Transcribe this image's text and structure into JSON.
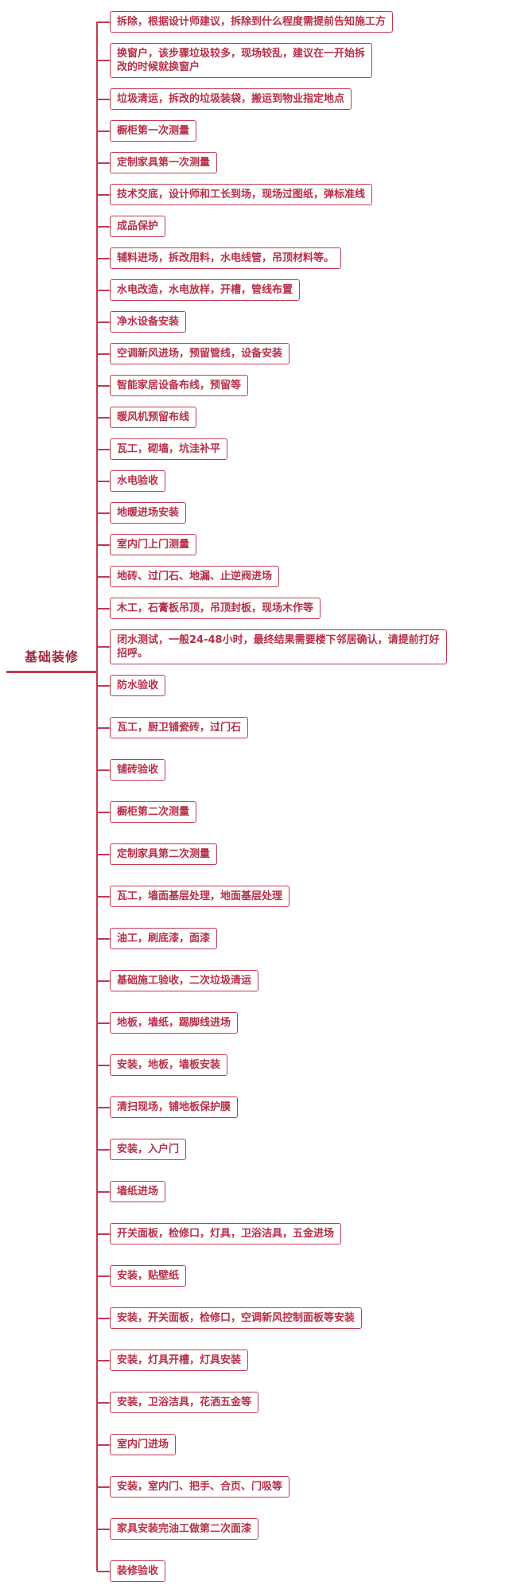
{
  "colors": {
    "accent": "#c23a52",
    "node_text": "#b73048",
    "root_text": "#9e2740"
  },
  "root": {
    "label": "基础装修"
  },
  "items": [
    {
      "label": "拆除，根据设计师建议，拆除到什么程度需提前告知施工方"
    },
    {
      "label": "换窗户，该步骤垃圾较多，现场较乱，建议在一开始拆改的时候就换窗户"
    },
    {
      "label": "垃圾清运，拆改的垃圾装袋，搬运到物业指定地点"
    },
    {
      "label": "橱柜第一次测量"
    },
    {
      "label": "定制家具第一次测量"
    },
    {
      "label": "技术交底，设计师和工长到场，现场过图纸，弹标准线"
    },
    {
      "label": "成品保护"
    },
    {
      "label": "辅料进场，拆改用料，水电线管，吊顶材料等。"
    },
    {
      "label": "水电改造，水电放样，开槽，管线布置"
    },
    {
      "label": "净水设备安装"
    },
    {
      "label": "空调新风进场，预留管线，设备安装"
    },
    {
      "label": "智能家居设备布线，预留等"
    },
    {
      "label": "暖风机预留布线"
    },
    {
      "label": "瓦工，砌墙，坑洼补平"
    },
    {
      "label": "水电验收"
    },
    {
      "label": "地暖进场安装"
    },
    {
      "label": "室内门上门测量"
    },
    {
      "label": "地砖、过门石、地漏、止逆阀进场"
    },
    {
      "label": "木工，石膏板吊顶，吊顶封板，现场木作等"
    },
    {
      "label": "闭水测试，一般24-48小时，最终结果需要楼下邻居确认，请提前打好招呼。"
    },
    {
      "label": "防水验收"
    },
    {
      "label": "瓦工，厨卫铺瓷砖，过门石"
    },
    {
      "label": "铺砖验收"
    },
    {
      "label": "橱柜第二次测量"
    },
    {
      "label": "定制家具第二次测量"
    },
    {
      "label": "瓦工，墙面基层处理，地面基层处理"
    },
    {
      "label": "油工，刷底漆，面漆"
    },
    {
      "label": "基础施工验收，二次垃圾清运"
    },
    {
      "label": "地板，墙纸，踢脚线进场"
    },
    {
      "label": "安装，地板，墙板安装"
    },
    {
      "label": "清扫现场，铺地板保护膜"
    },
    {
      "label": "安装，入户门"
    },
    {
      "label": "墙纸进场"
    },
    {
      "label": "开关面板，检修口，灯具，卫浴洁具，五金进场"
    },
    {
      "label": "安装，贴壁纸"
    },
    {
      "label": "安装，开关面板，检修口，空调新风控制面板等安装"
    },
    {
      "label": "安装，灯具开槽，灯具安装"
    },
    {
      "label": "安装，卫浴洁具，花洒五金等"
    },
    {
      "label": "室内门进场"
    },
    {
      "label": "安装，室内门、把手、合页、门吸等"
    },
    {
      "label": "家具安装完油工做第二次面漆"
    },
    {
      "label": "装修验收"
    }
  ]
}
